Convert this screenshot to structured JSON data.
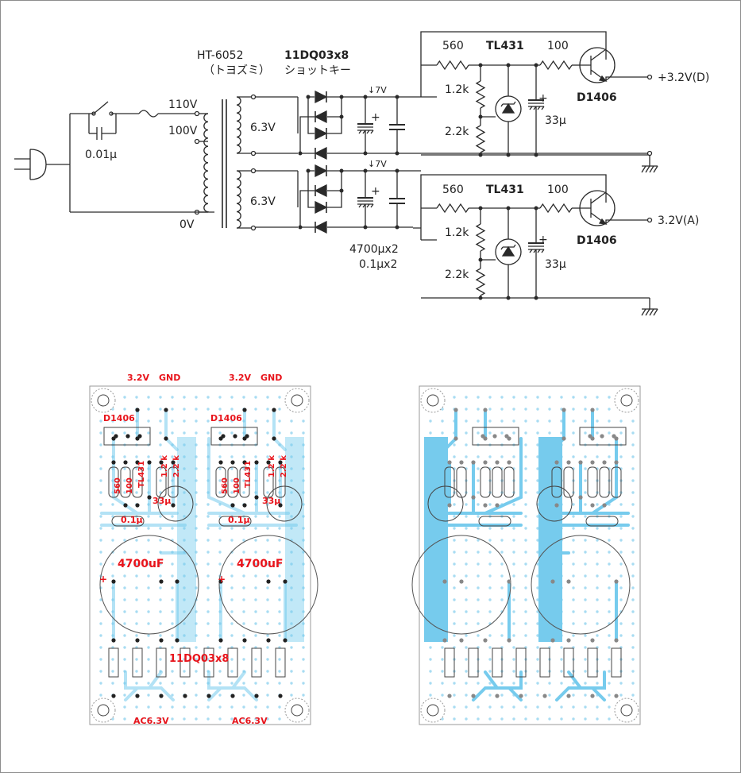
{
  "colors": {
    "wire": "#2a2a2a",
    "trace": "#76cbed",
    "pcb_border": "#999999",
    "hole": "#a8dcf2",
    "label_red": "#e8141b",
    "pad": "#222222"
  },
  "schematic": {
    "transformer_model": "HT-6052",
    "transformer_maker": "（トヨズミ）",
    "diode_part": "11DQ03x8",
    "diode_type": "ショットキー",
    "tap_110": "110V",
    "tap_100": "100V",
    "tap_0": "0V",
    "cap_switch": "0.01μ",
    "secondary_upper": "6.3V",
    "secondary_lower": "6.3V",
    "rail_voltage_upper": "↓7V",
    "rail_voltage_lower": "↓7V",
    "filter_cap": "4700μx2",
    "bypass_cap": "0.1μx2",
    "upper": {
      "r_series": "560",
      "regulator": "TL431",
      "r_base": "100",
      "r_top": "1.2k",
      "r_bottom": "2.2k",
      "cap": "33μ",
      "transistor": "D1406",
      "output": "+3.2V(D)",
      "plus": "+",
      "cap_plus": "+"
    },
    "lower": {
      "r_series": "560",
      "regulator": "TL431",
      "r_base": "100",
      "r_top": "1.2k",
      "r_bottom": "2.2k",
      "cap": "33μ",
      "transistor": "D1406",
      "output": "3.2V(A)",
      "plus": "+",
      "cap_plus": "+"
    }
  },
  "pcb_front": {
    "left": {
      "out": "3.2V",
      "gnd": "GND",
      "transistor": "D1406",
      "r1": "560",
      "r2": "100",
      "ic": "TL431",
      "r3": "1.2 k",
      "r4": "2.2 k",
      "cap_small": "33μ",
      "bypass": "0.1μ",
      "cap_big": "4700uF",
      "plus": "+",
      "ac": "AC6.3V"
    },
    "right": {
      "out": "3.2V",
      "gnd": "GND",
      "transistor": "D1406",
      "r1": "560",
      "r2": "100",
      "ic": "TL431",
      "r3": "1.2 k",
      "r4": "2.2 k",
      "cap_small": "33μ",
      "bypass": "0.1μ",
      "cap_big": "4700uF",
      "plus": "+",
      "ac": "AC6.3V"
    },
    "diodes": "11DQ03x8"
  }
}
